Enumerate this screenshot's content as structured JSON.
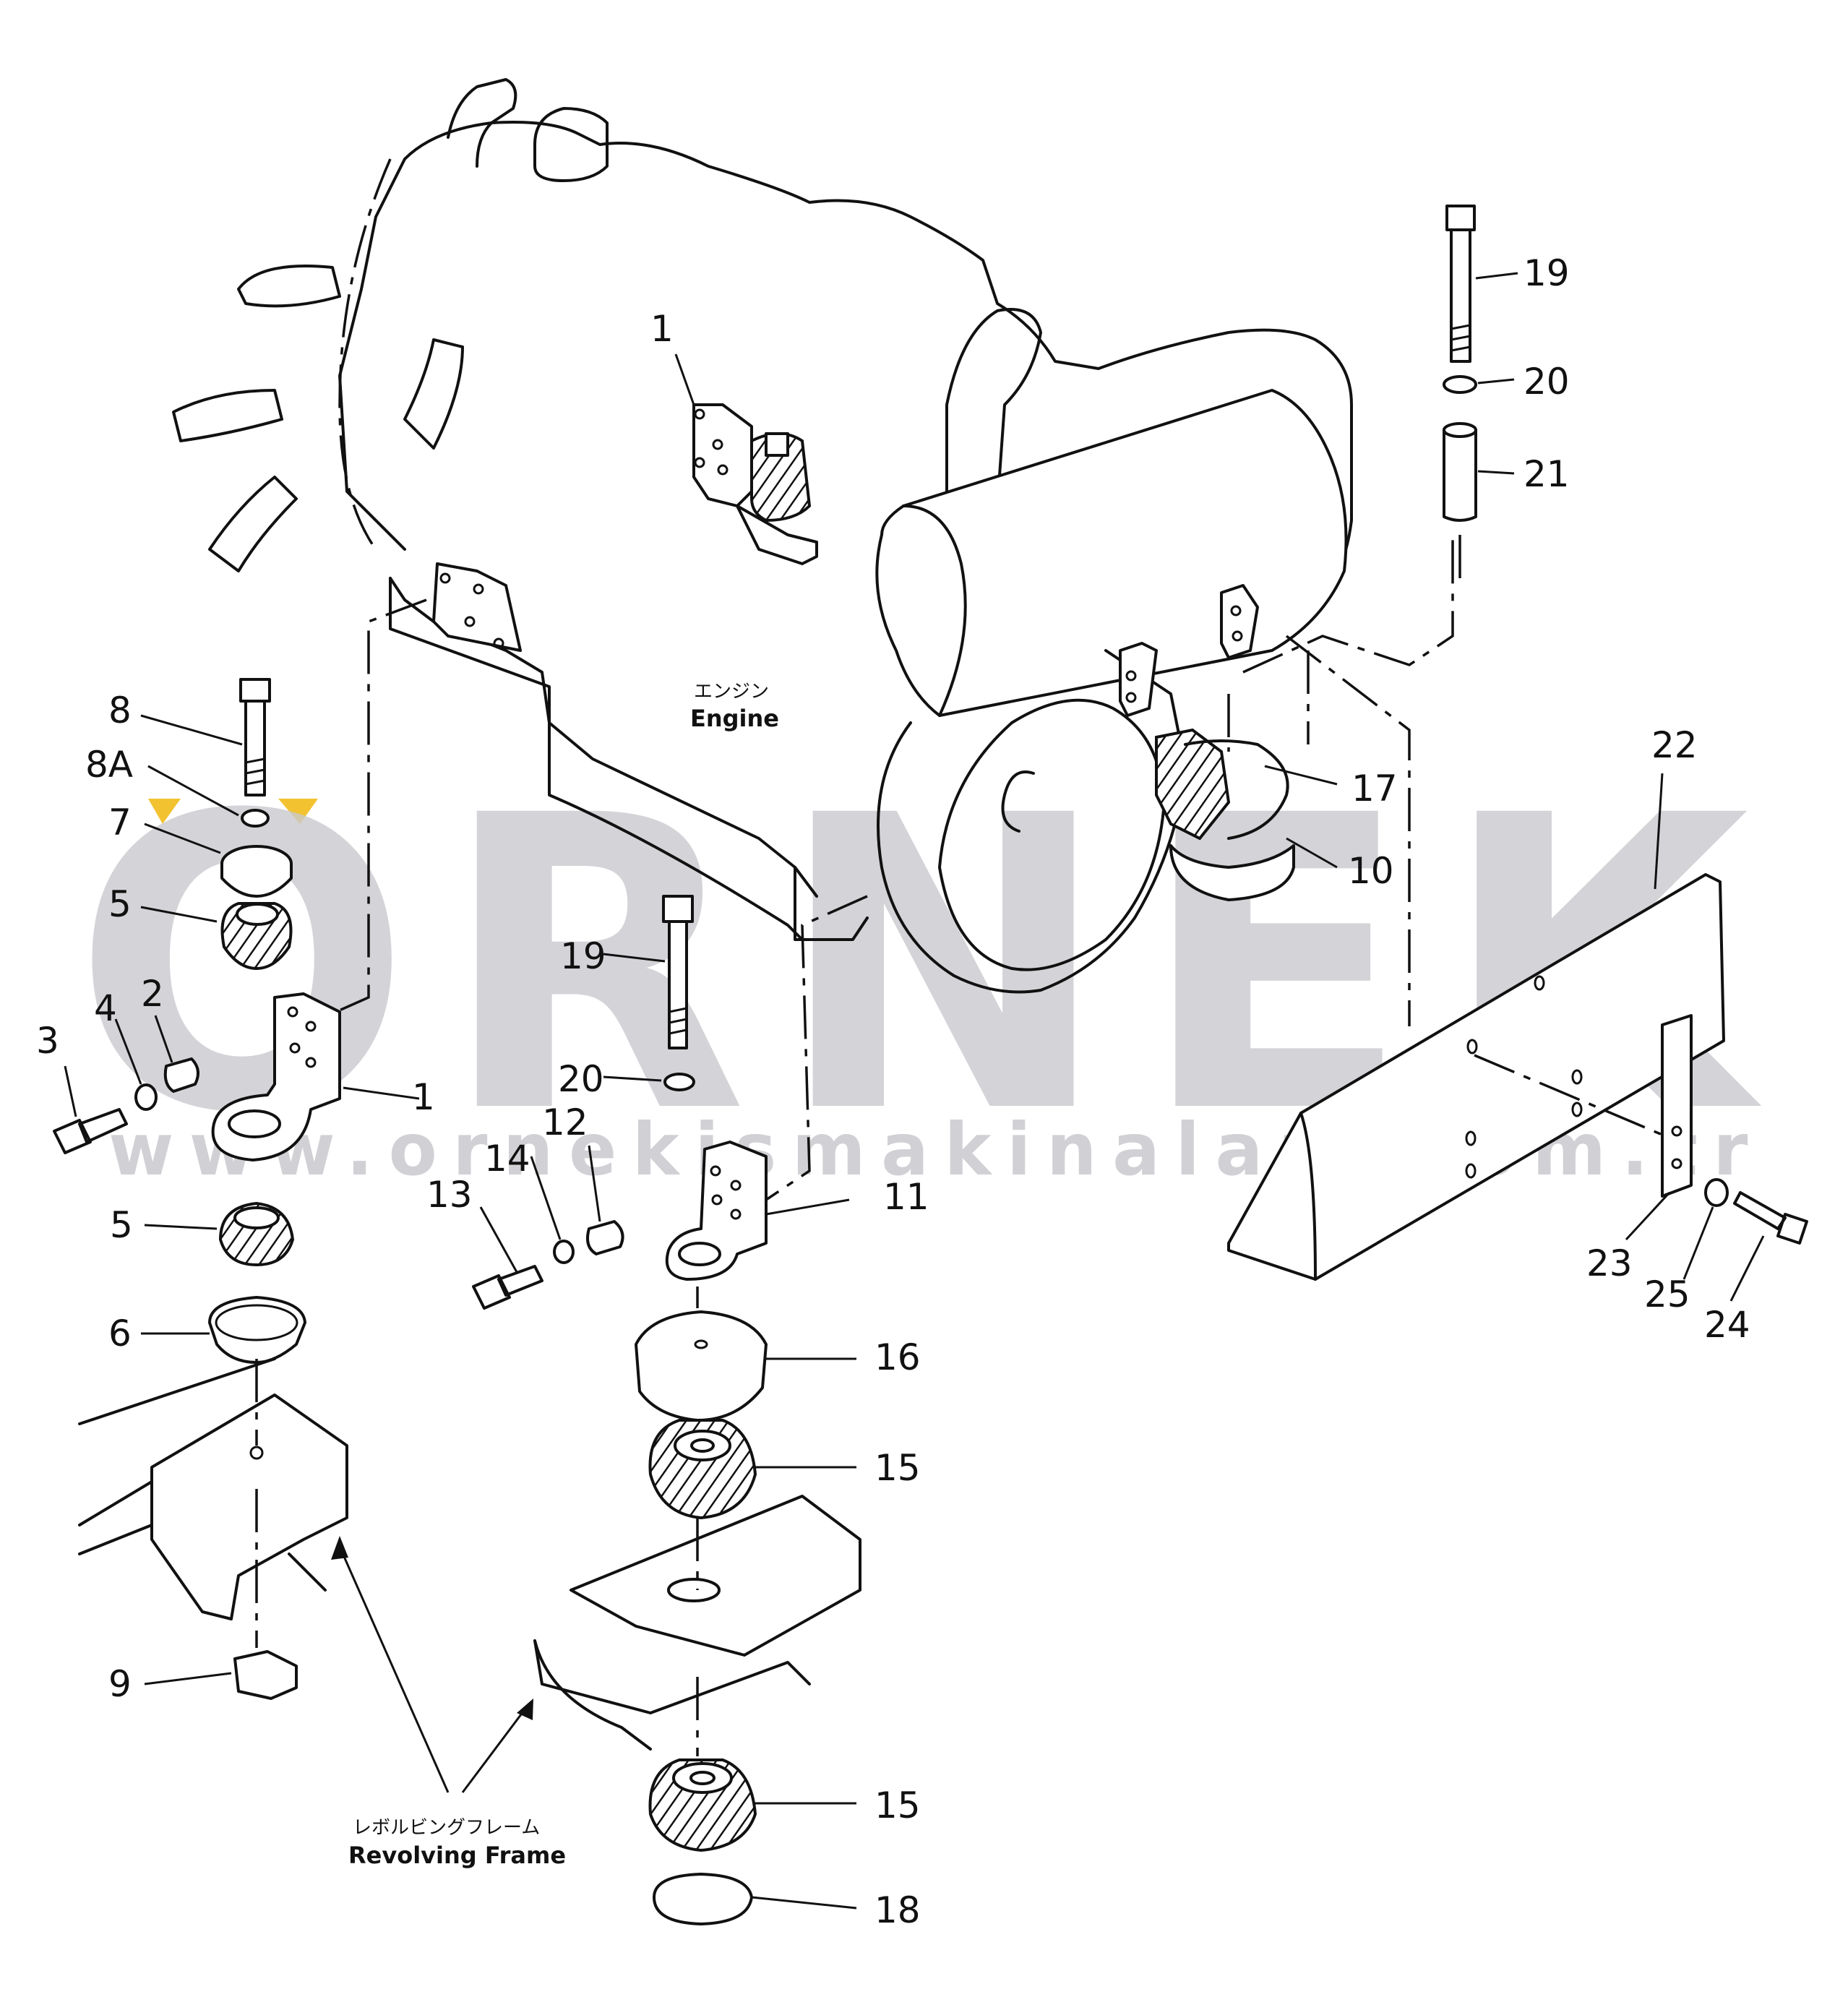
{
  "watermark": {
    "brand": "ORNEK",
    "url": "www.ornekismakinalari.com.tr",
    "accent_color": "#f2c230",
    "gray_color": "#c9c9ce"
  },
  "labels": {
    "engine_jp": "エンジン",
    "engine_en": "Engine",
    "frame_jp": "レボルビングフレーム",
    "frame_en": "Revolving Frame"
  },
  "callouts": {
    "c1a": "1",
    "c1b": "1",
    "c2": "2",
    "c3": "3",
    "c4": "4",
    "c5a": "5",
    "c5b": "5",
    "c6": "6",
    "c7": "7",
    "c8": "8",
    "c8a": "8A",
    "c9": "9",
    "c10": "10",
    "c11": "11",
    "c12": "12",
    "c13": "13",
    "c14": "14",
    "c15a": "15",
    "c15b": "15",
    "c16": "16",
    "c17": "17",
    "c18": "18",
    "c19a": "19",
    "c19b": "19",
    "c20a": "20",
    "c20b": "20",
    "c21": "21",
    "c22": "22",
    "c23": "23",
    "c24": "24",
    "c25": "25"
  }
}
